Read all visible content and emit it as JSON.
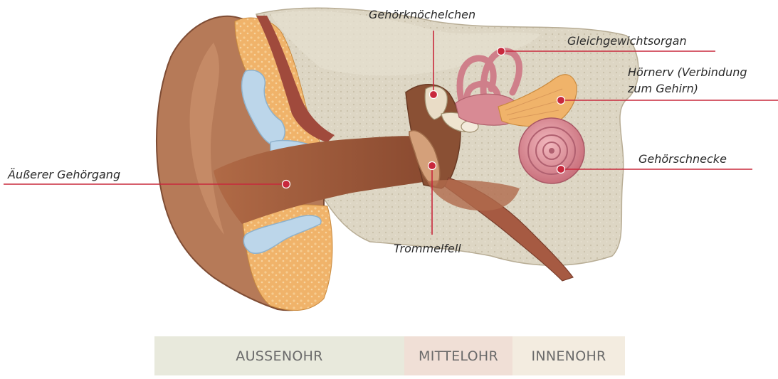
{
  "labels": {
    "ossicles": "Gehörknöchelchen",
    "balance_organ": "Gleichgewichtsorgan",
    "auditory_nerve_line1": "Hörnerv (Verbindung",
    "auditory_nerve_line2": "zum Gehirn)",
    "ear_canal": "Äußerer Gehörgang",
    "cochlea": "Gehörschnecke",
    "eardrum": "Trommelfell"
  },
  "sections": {
    "outer": "AUSSENOHR",
    "middle": "MITTELOHR",
    "inner": "INNENOHR"
  },
  "colors": {
    "leader": "#c8283c",
    "bone": "#ddd6c4",
    "skin": "#b67a58",
    "canal": "#9a5838",
    "cartilage": "#f0b36a",
    "fluid": "#bcd6ea",
    "cochlea": "#d88a94",
    "band_outer": "#e8e9dc",
    "band_middle": "#f0dfd6",
    "band_inner": "#f3ece0"
  }
}
